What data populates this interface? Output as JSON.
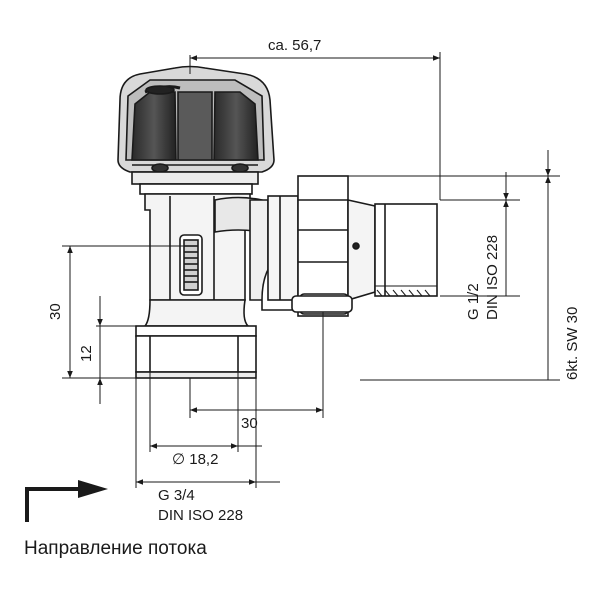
{
  "dimensions": {
    "overall_width": "ca. 56,7",
    "height_30": "30",
    "height_12": "12",
    "horizontal_30": "30",
    "diameter": "∅ 18,2",
    "thread_right_line1": "G 1/2",
    "thread_right_line2": "DIN ISO 228",
    "hex_size": "6kt. SW 30",
    "thread_bottom_line1": "G 3/4",
    "thread_bottom_line2": "DIN ISO 228"
  },
  "caption": "Направление потока"
}
